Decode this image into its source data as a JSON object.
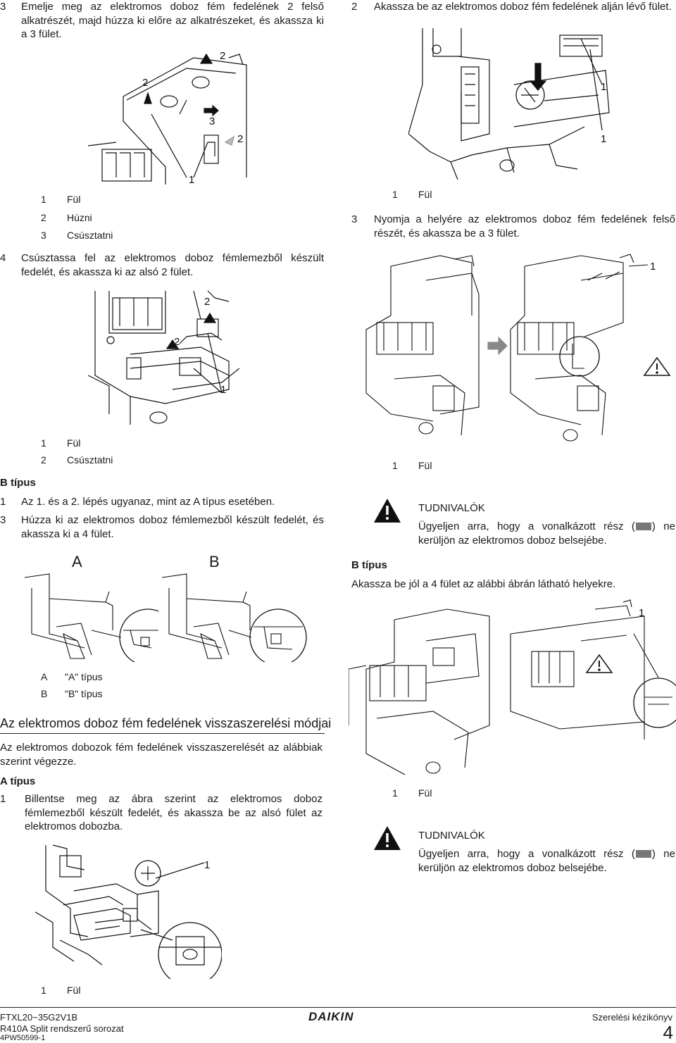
{
  "left": {
    "step3": {
      "num": "3",
      "text": "Emelje meg az elektromos doboz fém fedelének 2 felső alkatrészét, majd húzza ki előre az alkatrészeket, és akassza ki a 3 fület."
    },
    "fig1_callouts": {
      "c1": "1",
      "c2a": "2",
      "c2b": "2",
      "c2c": "2",
      "c3": "3"
    },
    "legend1": [
      {
        "num": "1",
        "label": "Fül"
      },
      {
        "num": "2",
        "label": "Húzni"
      },
      {
        "num": "3",
        "label": "Csúsztatni"
      }
    ],
    "step4": {
      "num": "4",
      "text": "Csúsztassa fel az elektromos doboz fémlemezből készült fedelét, és akassza ki az alsó 2 fület."
    },
    "fig2_callouts": {
      "c2a": "2",
      "c2b": "2",
      "c1": "1"
    },
    "legend2": [
      {
        "num": "1",
        "label": "Fül"
      },
      {
        "num": "2",
        "label": "Csúsztatni"
      }
    ],
    "b_type_heading": "B típus",
    "b_step1": {
      "num": "1",
      "text": "Az 1. és a 2. lépés ugyanaz, mint az A típus esetében."
    },
    "b_step3": {
      "num": "3",
      "text": "Húzza ki az elektromos doboz fémlemezből készült fedelét, és akassza ki a 4 fület."
    },
    "fig3_labels": {
      "a": "A",
      "b": "B"
    },
    "legend3": [
      {
        "num": "A",
        "label": "\"A\" típus"
      },
      {
        "num": "B",
        "label": "\"B\" típus"
      }
    ],
    "section_heading": "Az elektromos doboz fém fedelének visszaszerelési módjai",
    "section_intro": "Az elektromos dobozok fém fedelének visszaszerelését az alábbiak szerint végezze.",
    "a_type_heading": "A típus",
    "a_step1": {
      "num": "1",
      "text": "Billentse meg az ábra szerint az elektromos doboz fémlemezből készült fedelét, és akassza be az alsó fület az elektromos dobozba."
    },
    "fig4_callouts": {
      "c1": "1"
    },
    "legend4": [
      {
        "num": "1",
        "label": "Fül"
      }
    ]
  },
  "right": {
    "step2": {
      "num": "2",
      "text": "Akassza be az elektromos doboz fém fedelének alján lévő fület."
    },
    "fig1_callouts": {
      "c1a": "1",
      "c1b": "1"
    },
    "legend1": [
      {
        "num": "1",
        "label": "Fül"
      }
    ],
    "step3": {
      "num": "3",
      "text": "Nyomja a helyére az elektromos doboz fém fedelének felső részét, és akassza be a 3 fület."
    },
    "fig2_callouts": {
      "c1": "1"
    },
    "legend2": [
      {
        "num": "1",
        "label": "Fül"
      }
    ],
    "note1": {
      "title": "TUDNIVALÓK",
      "text_before": "Ügyeljen arra, hogy a vonalkázott rész (",
      "text_after": ") ne kerüljön az elektromos doboz belsejébe."
    },
    "b_type_heading": "B típus",
    "b_intro": "Akassza be jól a 4 fület az alábbi ábrán látható helyekre.",
    "fig3_callouts": {
      "c1": "1"
    },
    "legend3": [
      {
        "num": "1",
        "label": "Fül"
      }
    ],
    "note2": {
      "title": "TUDNIVALÓK",
      "text_before": "Ügyeljen arra, hogy a vonalkázott rész (",
      "text_after": ") ne kerüljön az elektromos doboz belsejébe."
    }
  },
  "footer": {
    "model": "FTXL20~35G2V1B",
    "series": "R410A Split rendszerű sorozat",
    "doc_id": "4PW50599-1",
    "brand": "DAIKIN",
    "manual_title": "Szerelési kézikönyv",
    "page_number": "4"
  }
}
